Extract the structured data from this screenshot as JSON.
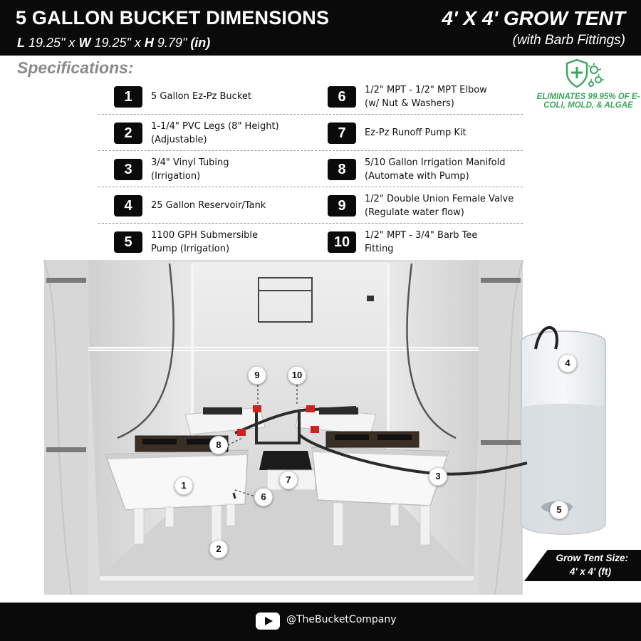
{
  "header": {
    "title": "5 GALLON BUCKET DIMENSIONS",
    "dims": {
      "l_label": "L",
      "l_value": " 19.25\" x ",
      "w_label": "W",
      "w_value": " 19.25\" x ",
      "h_label": "H",
      "h_value": " 9.79\" ",
      "unit": "(in)"
    },
    "tent_title": "4' X 4' GROW TENT",
    "tent_subtitle": "(with Barb Fittings)"
  },
  "specifications_heading": "Specifications:",
  "specs": [
    {
      "num": "1",
      "text": "5 Gallon Ez-Pz Bucket"
    },
    {
      "num": "2",
      "text": "1-1/4\" PVC Legs (8\" Height) (Adjustable)"
    },
    {
      "num": "3",
      "text": "3/4\"  Vinyl Tubing (Irrigation)"
    },
    {
      "num": "4",
      "text": "25 Gallon Reservoir/Tank"
    },
    {
      "num": "5",
      "text": "1100 GPH Submersible Pump (Irrigation)"
    },
    {
      "num": "6",
      "text": "1/2\" MPT - 1/2\" MPT Elbow (w/ Nut & Washers)"
    },
    {
      "num": "7",
      "text": "Ez-Pz Runoff Pump Kit"
    },
    {
      "num": "8",
      "text": "5/10 Gallon Irrigation Manifold (Automate with Pump)"
    },
    {
      "num": "9",
      "text": "1/2\" Double Union Female Valve (Regulate water flow)"
    },
    {
      "num": "10",
      "text": "1/2\" MPT - 3/4\" Barb Tee Fitting"
    }
  ],
  "badge": {
    "text": "ELIMINATES 99.95% OF E-COLI, MOLD, & ALGAE",
    "color": "#3aa55a",
    "icon": "shield-bacteria-icon"
  },
  "callouts": [
    "9",
    "10",
    "8",
    "1",
    "6",
    "7",
    "3",
    "2",
    "4",
    "5"
  ],
  "tent_size": {
    "line1": "Grow Tent Size:",
    "line2": "4' x 4' (ft)"
  },
  "footer": {
    "icon": "youtube-icon",
    "handle": "@TheBucketCompany"
  }
}
